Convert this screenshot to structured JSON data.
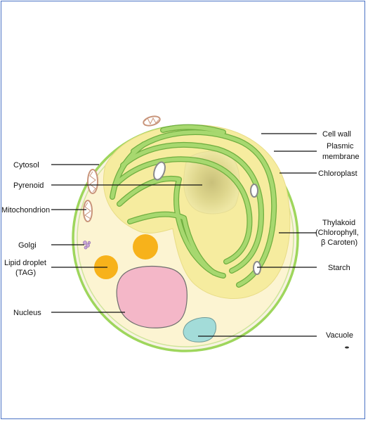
{
  "labels": {
    "cytosol": "Cytosol",
    "pyrenoid": "Pyrenoid",
    "mitochondrion": "Mitochondrion",
    "golgi": "Golgi",
    "lipid_droplet_1": "Lipid droplet",
    "lipid_droplet_2": "(TAG)",
    "nucleus": "Nucleus",
    "cell_wall": "Cell wall",
    "plasmic_membrane_1": "Plasmic",
    "plasmic_membrane_2": "membrane",
    "chloroplast": "Chloroplast",
    "thylakoid_1": "Thylakoid",
    "thylakoid_2": "(Chlorophyll,",
    "thylakoid_3": "β Caroten)",
    "starch": "Starch",
    "vacuole": "Vacuole"
  },
  "colors": {
    "frame": "#4a72c4",
    "cell_wall": "#9ed65c",
    "cytoplasm": "#fcf3cf",
    "chloroplast": "#f5eb9d",
    "pyrenoid": "#dcd27a",
    "thylakoid": "#9ed46a",
    "thylakoid_edge": "#6fae3f",
    "nucleus": "#f4b7c8",
    "lipid_droplet": "#f7b21b",
    "vacuole": "#a3dcd9",
    "starch": "#ffffff"
  }
}
